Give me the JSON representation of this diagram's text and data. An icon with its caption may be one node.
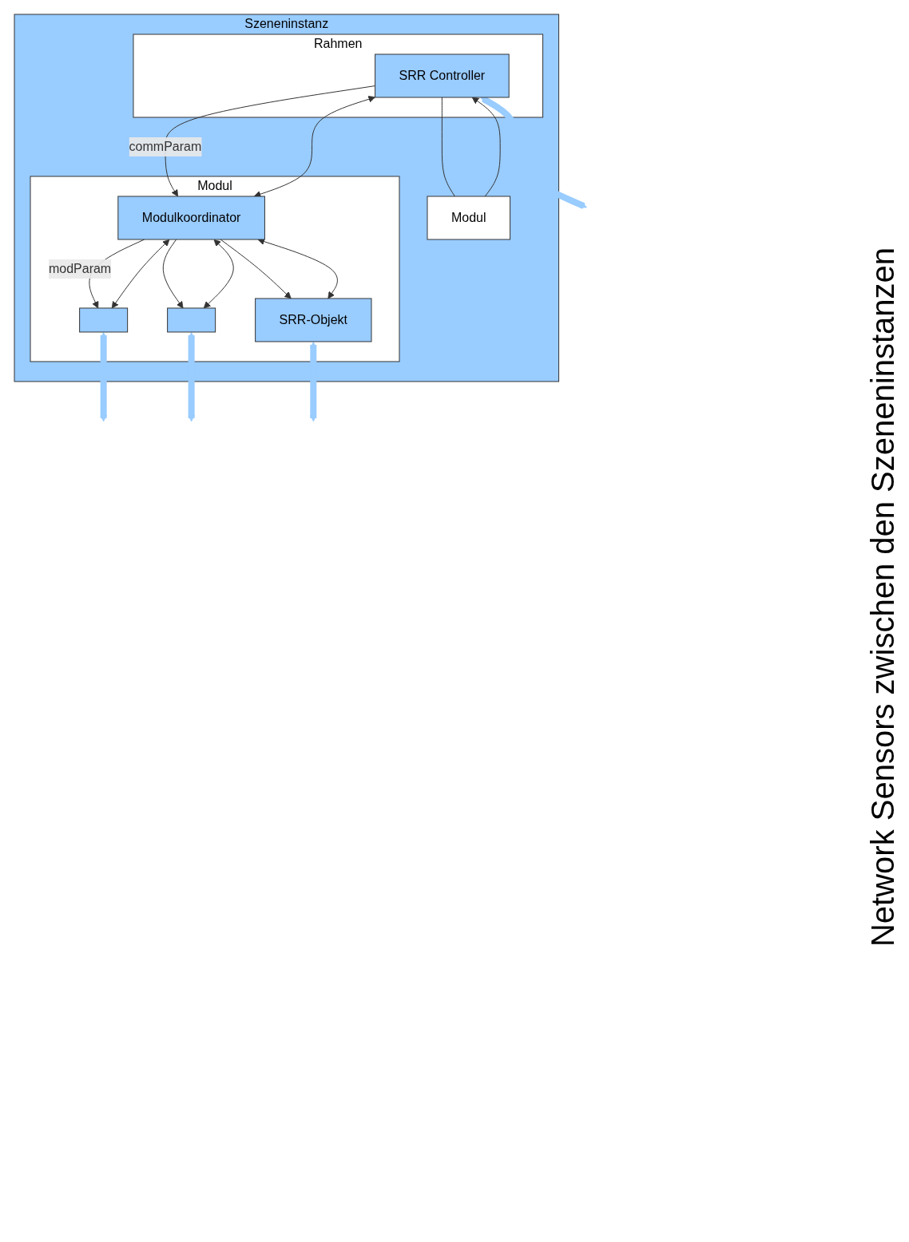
{
  "diagram": {
    "nodes": [
      {
        "text": [
          "Szeneninstanz"
        ]
      },
      {
        "text": [
          "Rahmen"
        ],
        "in": 0
      },
      {
        "text": [
          "SRR Controller"
        ],
        "in": 1
      },
      {
        "text": [
          "Modul"
        ],
        "in": 0
      },
      {
        "text": [
          "Modul"
        ],
        "in": 0
      },
      {
        "text": [
          "Modulkoordinator"
        ],
        "in": 4
      },
      {
        "text": [],
        "shape": "box",
        "in": 4
      },
      {
        "text": [],
        "shape": "box",
        "in": 4
      },
      {
        "text": [
          "SRR-Objekt"
        ],
        "in": 4
      }
    ],
    "edges": [
      {
        "from": 2,
        "to": 5,
        "arrow": "to",
        "label": "commParam"
      },
      {
        "from": 2,
        "to": 3,
        "arrow": "none"
      },
      {
        "from": 5,
        "to": 2,
        "arrow": "both"
      },
      {
        "from": 3,
        "to": 2,
        "arrow": "to"
      },
      {
        "from": 5,
        "to": 6,
        "arrow": "to",
        "label": "modParam"
      },
      {
        "from": 5,
        "to": 7,
        "arrow": "to"
      },
      {
        "from": 5,
        "to": 8,
        "arrow": "to"
      },
      {
        "from": 5,
        "to": 6,
        "arrow": "both"
      },
      {
        "from": 5,
        "to": 7,
        "arrow": "both"
      },
      {
        "from": 5,
        "to": 8,
        "arrow": "both"
      },
      {
        "from": 2,
        "to": null,
        "arrow": "both",
        "style": "thick",
        "color": "#99ccff"
      },
      {
        "from": 6,
        "to": null,
        "arrow": "both",
        "style": "thick",
        "color": "#99ccff"
      },
      {
        "from": 7,
        "to": null,
        "arrow": "both",
        "style": "thick",
        "color": "#99ccff"
      },
      {
        "from": 8,
        "to": null,
        "arrow": "both",
        "style": "thick",
        "color": "#99ccff"
      }
    ],
    "labels": [
      "Network Sensors zwischen den Szeneninstanzen"
    ]
  }
}
